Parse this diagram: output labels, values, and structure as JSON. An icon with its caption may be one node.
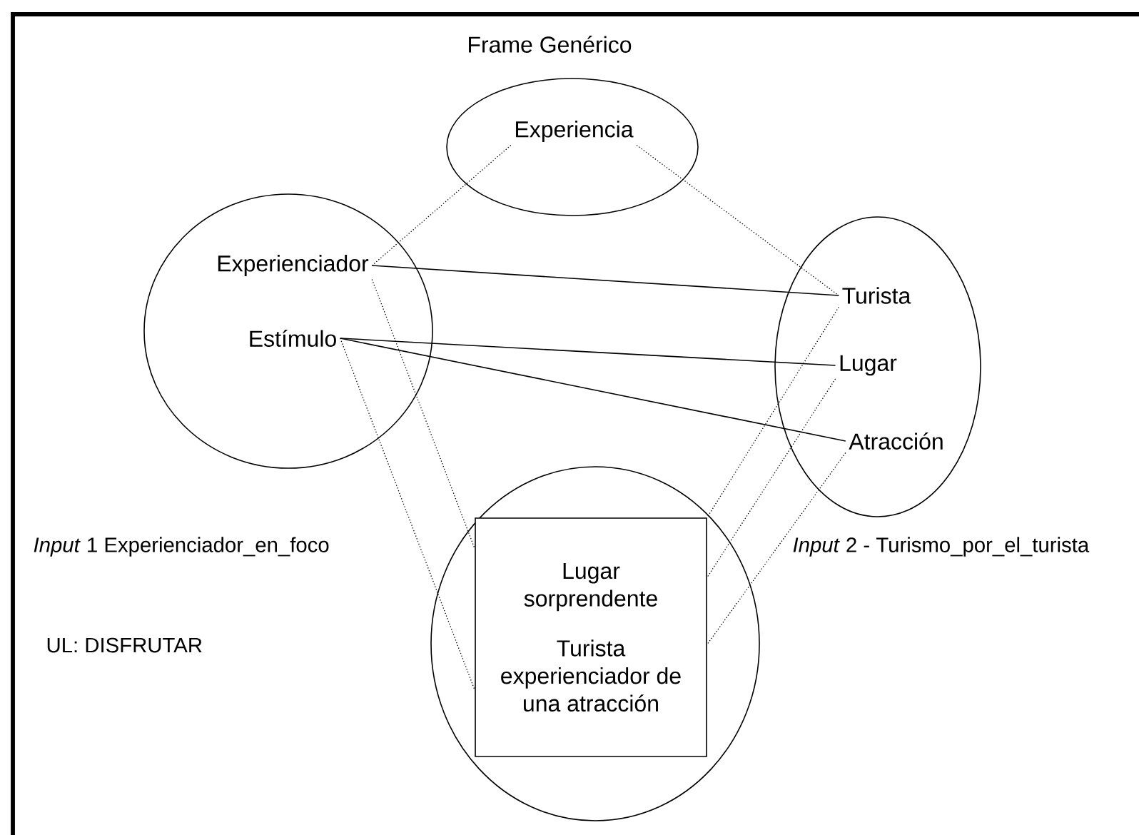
{
  "diagram": {
    "title": "Frame Genérico",
    "nodes": [
      {
        "text": [],
        "shape": "circle"
      },
      {
        "text": [
          "Experiencia"
        ],
        "in": 0
      },
      {
        "text": [],
        "shape": "circle"
      },
      {
        "text": [
          "Experienciador"
        ],
        "in": 2
      },
      {
        "text": [
          "Estímulo"
        ],
        "in": 2
      },
      {
        "text": [],
        "shape": "circle"
      },
      {
        "text": [
          "Turista"
        ],
        "in": 5
      },
      {
        "text": [
          "Lugar"
        ],
        "in": 5
      },
      {
        "text": [
          "Atracción"
        ],
        "in": 5
      },
      {
        "text": [],
        "shape": "circle"
      },
      {
        "text": [
          "Lugar sorprendente",
          "Turista experienciador de una atracción"
        ],
        "in": 9
      }
    ],
    "edges": [
      {
        "from": 3,
        "to": 1,
        "arrow": "none",
        "style": "dashed"
      },
      {
        "from": 1,
        "to": 6,
        "arrow": "none",
        "style": "dashed"
      },
      {
        "from": 3,
        "to": 6,
        "arrow": "none"
      },
      {
        "from": 4,
        "to": 7,
        "arrow": "none"
      },
      {
        "from": 4,
        "to": 8,
        "arrow": "none"
      },
      {
        "from": 3,
        "to": 10,
        "arrow": "none",
        "style": "dashed"
      },
      {
        "from": 4,
        "to": 10,
        "arrow": "none",
        "style": "dashed"
      },
      {
        "from": 6,
        "to": 10,
        "arrow": "none",
        "style": "dashed"
      },
      {
        "from": 7,
        "to": 10,
        "arrow": "none",
        "style": "dashed"
      },
      {
        "from": 8,
        "to": 10,
        "arrow": "none",
        "style": "dashed"
      }
    ],
    "labels": [
      "*Input* 1 Experienciador_en_foco",
      "*Input* 2 - Turismo_por_el_turista",
      "UL: DISFRUTAR"
    ]
  }
}
